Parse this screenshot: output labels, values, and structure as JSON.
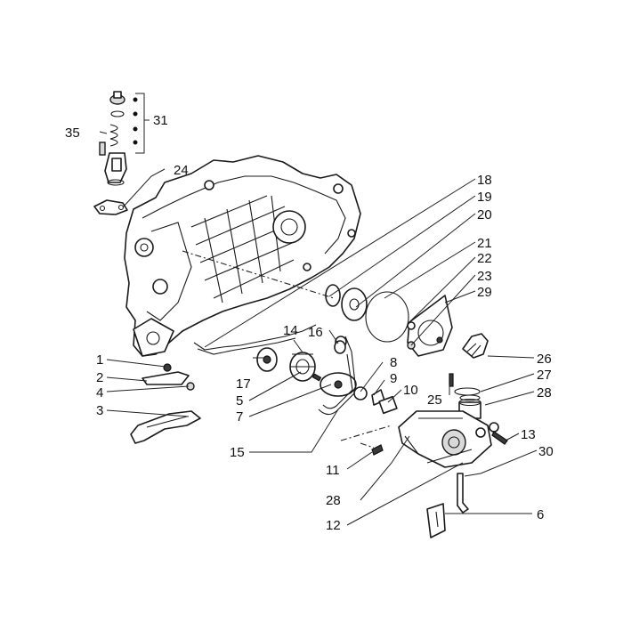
{
  "callouts": [
    {
      "id": "c1",
      "text": "1"
    },
    {
      "id": "c2",
      "text": "2"
    },
    {
      "id": "c3",
      "text": "3"
    },
    {
      "id": "c4",
      "text": "4"
    },
    {
      "id": "c5",
      "text": "5"
    },
    {
      "id": "c6",
      "text": "6"
    },
    {
      "id": "c7",
      "text": "7"
    },
    {
      "id": "c8",
      "text": "8"
    },
    {
      "id": "c9",
      "text": "9"
    },
    {
      "id": "c10",
      "text": "10"
    },
    {
      "id": "c11",
      "text": "11"
    },
    {
      "id": "c12",
      "text": "12"
    },
    {
      "id": "c13",
      "text": "13"
    },
    {
      "id": "c14",
      "text": "14"
    },
    {
      "id": "c15",
      "text": "15"
    },
    {
      "id": "c16",
      "text": "16"
    },
    {
      "id": "c17",
      "text": "17"
    },
    {
      "id": "c18",
      "text": "18"
    },
    {
      "id": "c19",
      "text": "19"
    },
    {
      "id": "c20",
      "text": "20"
    },
    {
      "id": "c21",
      "text": "21"
    },
    {
      "id": "c22",
      "text": "22"
    },
    {
      "id": "c23",
      "text": "23"
    },
    {
      "id": "c24",
      "text": "24"
    },
    {
      "id": "c25",
      "text": "25"
    },
    {
      "id": "c26",
      "text": "26"
    },
    {
      "id": "c27",
      "text": "27"
    },
    {
      "id": "c28a",
      "text": "28"
    },
    {
      "id": "c28b",
      "text": "28"
    },
    {
      "id": "c29",
      "text": "29"
    },
    {
      "id": "c30",
      "text": "30"
    },
    {
      "id": "c31",
      "text": "31"
    },
    {
      "id": "c35",
      "text": "35"
    }
  ]
}
